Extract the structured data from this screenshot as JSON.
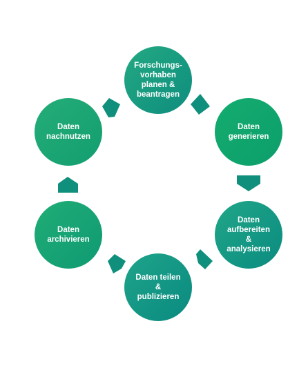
{
  "diagram": {
    "nodes": [
      {
        "label": "Forschungs-\nvorhaben\nplanen &\nbeantragen"
      },
      {
        "label": "Daten\ngenerieren"
      },
      {
        "label": "Daten\naufbereiten\n&\nanalysieren"
      },
      {
        "label": "Daten teilen\n&\npublizieren"
      },
      {
        "label": "Daten\narchivieren"
      },
      {
        "label": "Daten\nnachnutzen"
      }
    ]
  },
  "colors": {
    "arrow": "#0f8f7c",
    "node_light": "#1fae76",
    "node_dark": "#0b8a80"
  }
}
